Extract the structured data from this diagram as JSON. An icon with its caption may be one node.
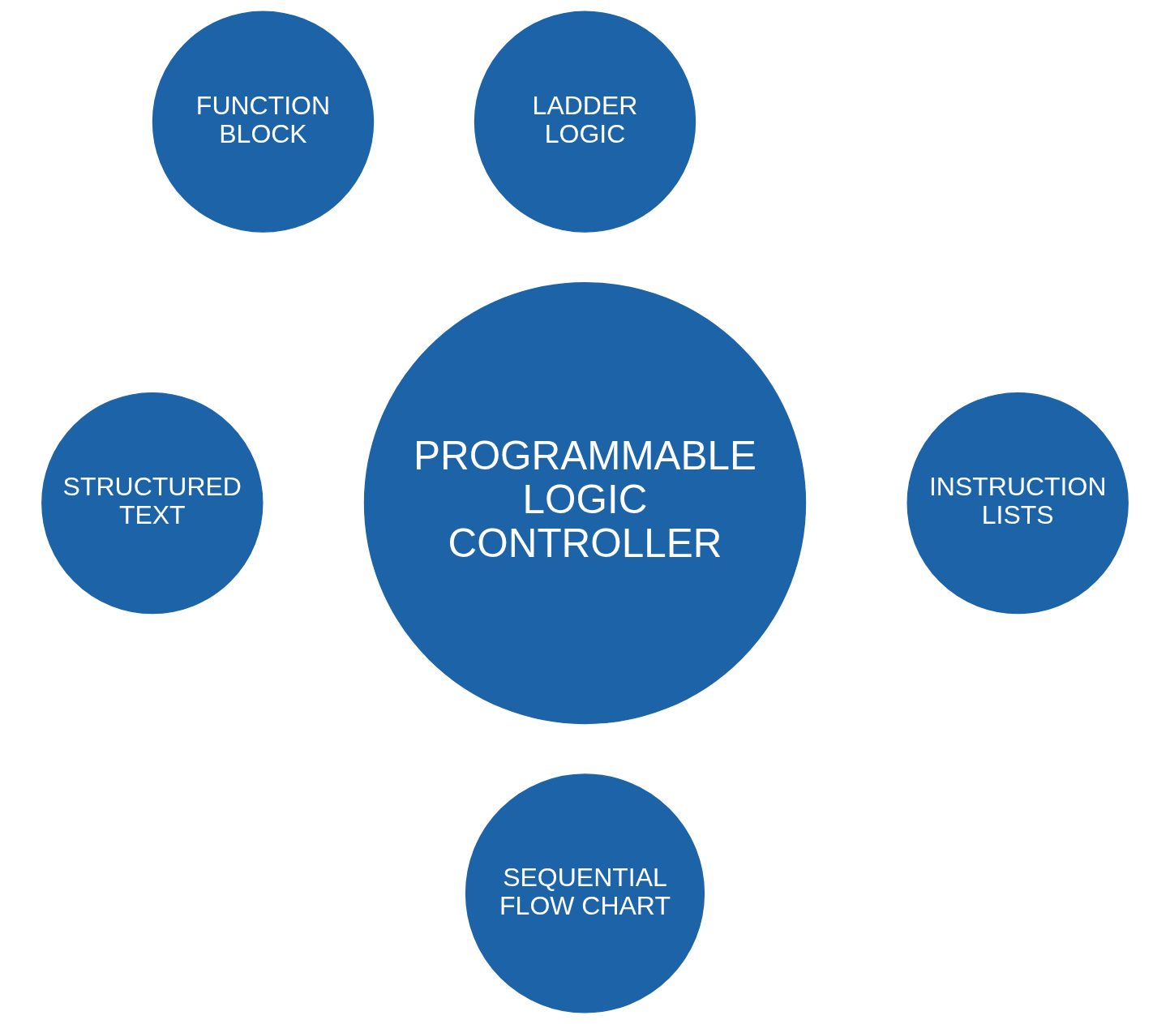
{
  "diagram": {
    "nodes": [
      {
        "text": [
          "FUNCTION BLOCK"
        ]
      },
      {
        "text": [
          "LADDER LOGIC"
        ]
      },
      {
        "text": [
          "PROGRAMMABLE LOGIC CONTROLLER"
        ]
      },
      {
        "text": [
          "STRUCTURED TEXT"
        ]
      },
      {
        "text": [
          "INSTRUCTION LISTS"
        ]
      },
      {
        "text": [
          "SEQUENTIAL FLOW CHART"
        ]
      }
    ]
  }
}
